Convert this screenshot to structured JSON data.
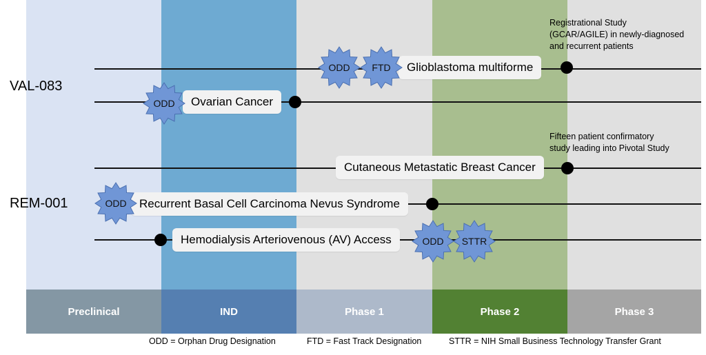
{
  "phases": [
    {
      "label": "Preclinical",
      "bg_color": "#dae3f3",
      "bar_color": "#8497a4"
    },
    {
      "label": "IND",
      "bg_color": "#6eaad2",
      "bar_color": "#557fb1"
    },
    {
      "label": "Phase 1",
      "bg_color": "#e0e0e0",
      "bar_color": "#adb9ca"
    },
    {
      "label": "Phase 2",
      "bg_color": "#a8be8f",
      "bar_color": "#528133"
    },
    {
      "label": "Phase 3",
      "bg_color": "#e0e0e0",
      "bar_color": "#a5a5a5"
    }
  ],
  "drugs": [
    {
      "name": "VAL-083"
    },
    {
      "name": "REM-001"
    }
  ],
  "programs": [
    {
      "indication": "Glioblastoma multiforme",
      "designations": [
        "ODD",
        "FTD"
      ],
      "current_phase": "Phase 2"
    },
    {
      "indication": "Ovarian Cancer",
      "designations": [
        "ODD"
      ],
      "current_phase": "IND"
    },
    {
      "indication": "Cutaneous Metastatic Breast Cancer",
      "designations": [],
      "current_phase": "Phase 2"
    },
    {
      "indication": "Recurrent Basal Cell Carcinoma Nevus Syndrome",
      "designations": [
        "ODD"
      ],
      "current_phase": "Phase 1"
    },
    {
      "indication": "Hemodialysis Arteriovenous (AV) Access",
      "designations": [
        "ODD",
        "STTR"
      ],
      "current_phase": "Preclinical"
    }
  ],
  "notes": [
    {
      "lines": [
        "Registrational Study",
        "(GCAR/AGILE) in newly-diagnosed",
        "and recurrent patients"
      ]
    },
    {
      "lines": [
        "Fifteen patient confirmatory",
        "study leading into Pivotal Study"
      ]
    }
  ],
  "legend": [
    "ODD = Orphan Drug Designation",
    "FTD = Fast Track Designation",
    "STTR = NIH Small Business Technology Transfer Grant"
  ],
  "colors": {
    "badge_fill": "#7096d6",
    "badge_stroke": "#4a6fb0",
    "line": "#111111",
    "pill": "#f2f2f2"
  }
}
